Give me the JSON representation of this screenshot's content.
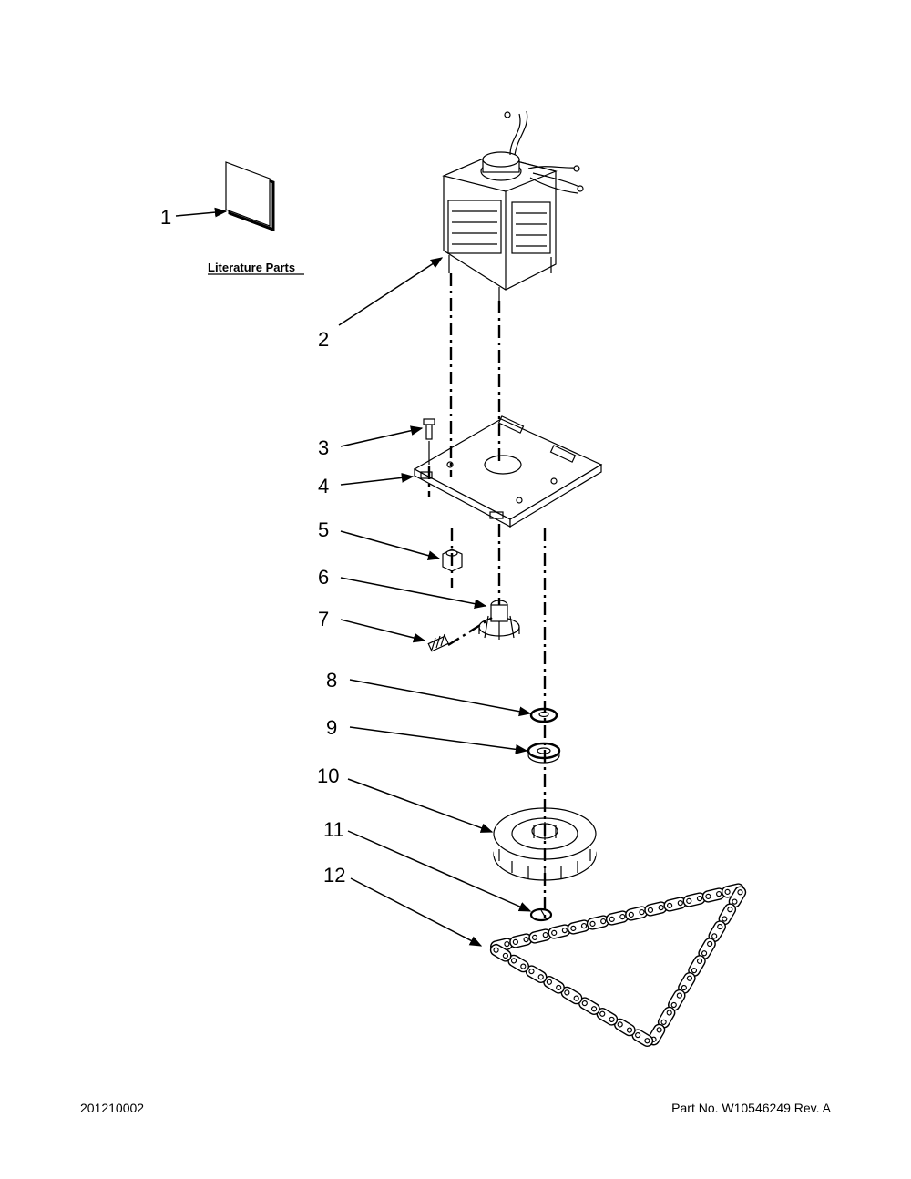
{
  "literature_label": "Literature Parts",
  "callouts": [
    "1",
    "2",
    "3",
    "4",
    "5",
    "6",
    "7",
    "8",
    "9",
    "10",
    "11",
    "12"
  ],
  "footer": {
    "drawing_id": "201210002",
    "part_no": "Part No.  W10546249  Rev.  A"
  }
}
